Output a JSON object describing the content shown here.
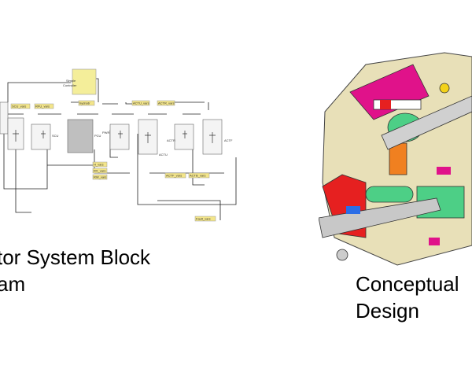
{
  "left_panel": {
    "caption_line1": "tor System Block",
    "caption_line2": "am",
    "controller_label_line1": "Simple",
    "controller_label_line2": "Controller",
    "tags": [
      "SCU_vars",
      "RFU_vars",
      "hydrodr",
      "ACTU_vars",
      "ACTR_vars",
      "H_vars",
      "RX_vars",
      "RW_vars",
      "ACTF_vars",
      "ACTB_vars",
      "Fault_vars"
    ],
    "block_labels": [
      "SCU",
      "PCU",
      "ACTU",
      "ACTR",
      "ACTF",
      "PWR"
    ]
  },
  "right_panel": {
    "caption_line1": "Conceptual",
    "caption_line2": "Design"
  },
  "colors": {
    "tag_fill": "#f3e58a",
    "controller_fill": "#f4ee9a",
    "block_fill": "#f4f4f4",
    "pcu_fill": "#bfbfbf",
    "wire": "#222222",
    "housing": "#e8e0b8",
    "magenta": "#e0128a",
    "green": "#4dcf86",
    "orange": "#f08020",
    "red": "#e62020",
    "shaft": "#c8c8c8"
  },
  "icons": [
    "block-diagram-image",
    "actuator-cutaway-render-image"
  ]
}
